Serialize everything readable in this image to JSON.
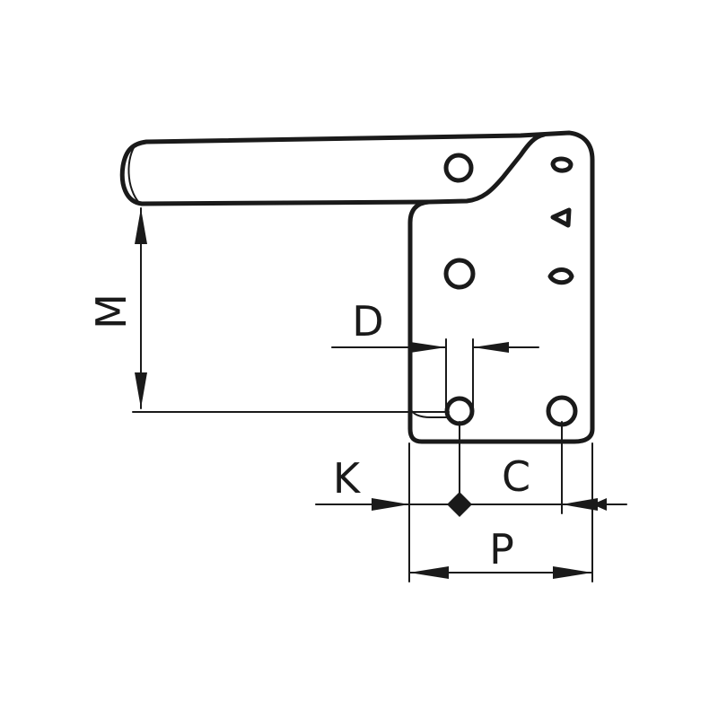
{
  "labels": {
    "m": "M",
    "d": "D",
    "k": "K",
    "c": "C",
    "p": "P"
  },
  "colors": {
    "line": "#1a1a1a",
    "background": "#ffffff"
  }
}
